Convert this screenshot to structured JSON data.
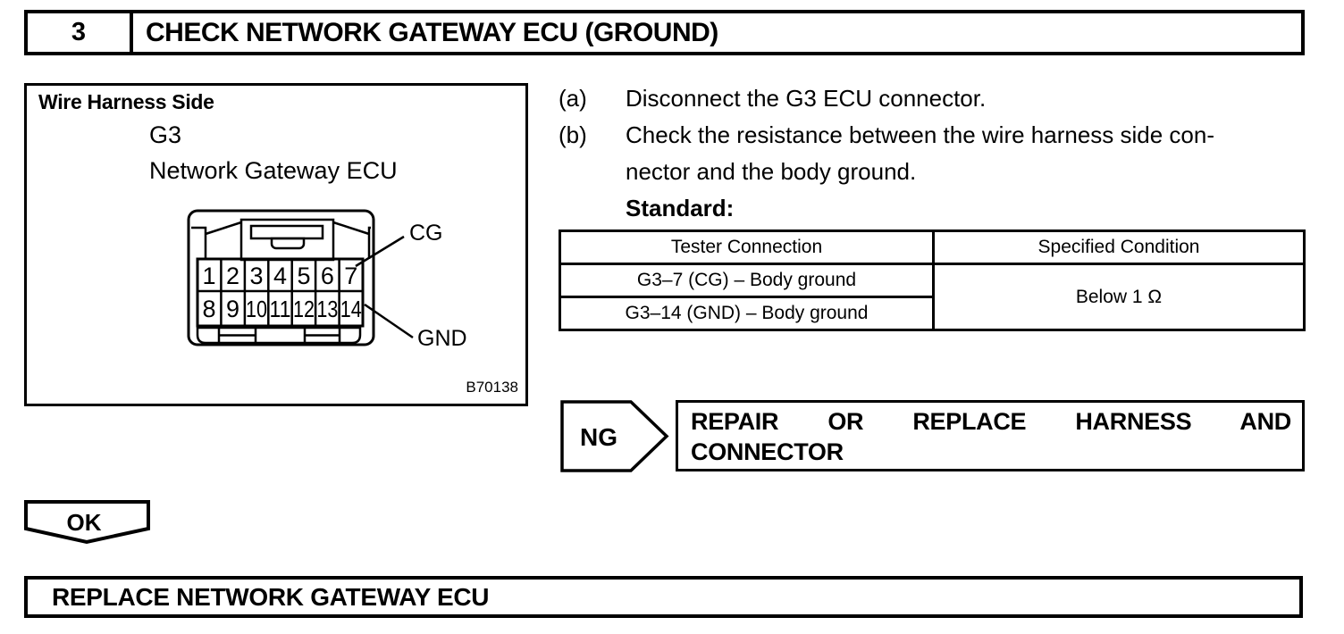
{
  "header": {
    "step_number": "3",
    "step_title": "CHECK NETWORK GATEWAY ECU (GROUND)"
  },
  "figure": {
    "caption": "Wire Harness Side",
    "connector_id": "G3",
    "connector_name": "Network Gateway ECU",
    "figure_code": "B70138",
    "cg_label": "CG",
    "gnd_label": "GND",
    "pins_row1": [
      "1",
      "2",
      "3",
      "4",
      "5",
      "6",
      "7"
    ],
    "pins_row2": [
      "8",
      "9",
      "10",
      "11",
      "12",
      "13",
      "14"
    ]
  },
  "instructions": {
    "a": {
      "marker": "(a)",
      "text": "Disconnect the G3 ECU connector."
    },
    "b": {
      "marker": "(b)",
      "line1": "Check the resistance between the wire harness side con-",
      "line2": "nector and the body ground."
    },
    "standard_label": "Standard:"
  },
  "spec_table": {
    "headers": [
      "Tester Connection",
      "Specified Condition"
    ],
    "rows": [
      {
        "connection": "G3–7 (CG) – Body ground"
      },
      {
        "connection": "G3–14 (GND) – Body ground"
      }
    ],
    "condition": "Below 1 Ω"
  },
  "ng": {
    "label": "NG",
    "action_line1": "REPAIR OR REPLACE HARNESS AND",
    "action_line2": "CONNECTOR"
  },
  "ok": {
    "label": "OK"
  },
  "final_action": "REPLACE NETWORK GATEWAY ECU"
}
